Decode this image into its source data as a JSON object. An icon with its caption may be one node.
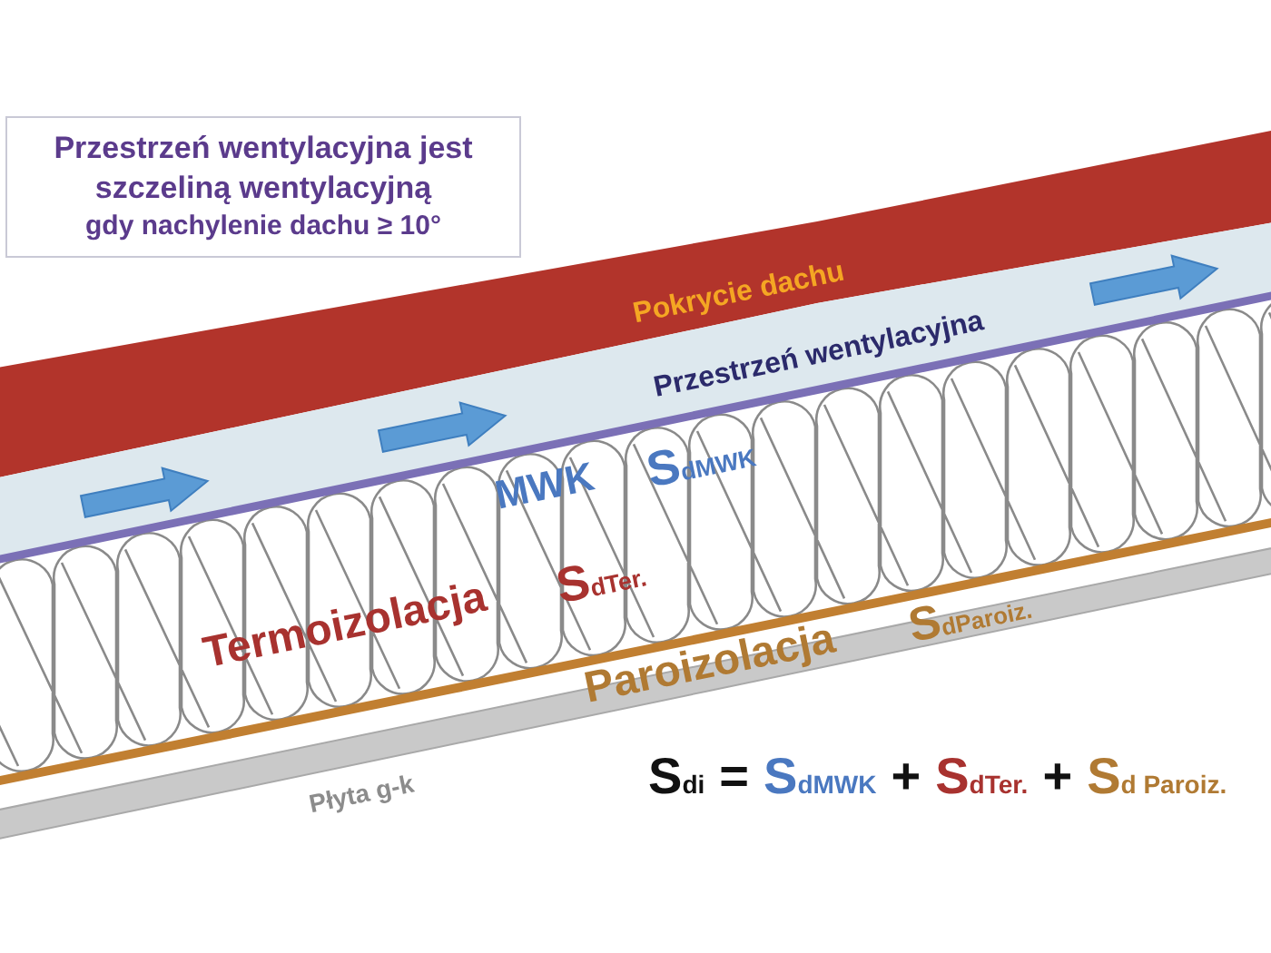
{
  "diagram": {
    "nodes": [
      {
        "text": [
          "Przestrzeń wentylacyjna jest szczeliną wentylacyjną",
          "gdy nachylenie dachu ≥ 10°"
        ]
      }
    ],
    "labels": [
      "Pokrycie dachu",
      "Przestrzeń wentylacyjna",
      "MWK",
      "S$_{dMWK}$",
      "Termoizolacja",
      "S$_{dTer.}$",
      "Paroizolacja",
      "S$_{dParoiz.}$",
      "Płyta g-k",
      "S$_{di}$",
      "=",
      "S$_{dMWK}$",
      "+",
      "S$_{dTer.}$",
      "+",
      "S$_{d Paroiz.}$"
    ]
  }
}
